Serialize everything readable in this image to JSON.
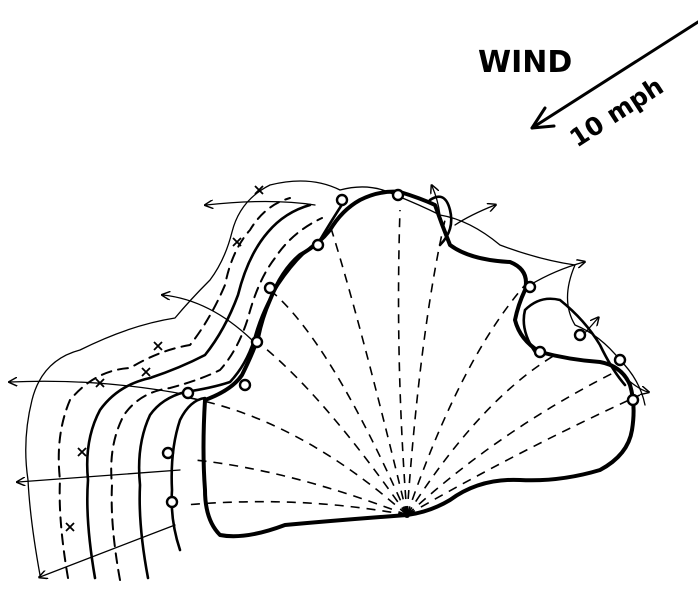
{
  "wind": {
    "title": "WIND",
    "speed": "10 mph",
    "icon": "arrow-down-left"
  },
  "figure": {
    "ink_color": "#000000",
    "background_color": "#ffffff"
  }
}
